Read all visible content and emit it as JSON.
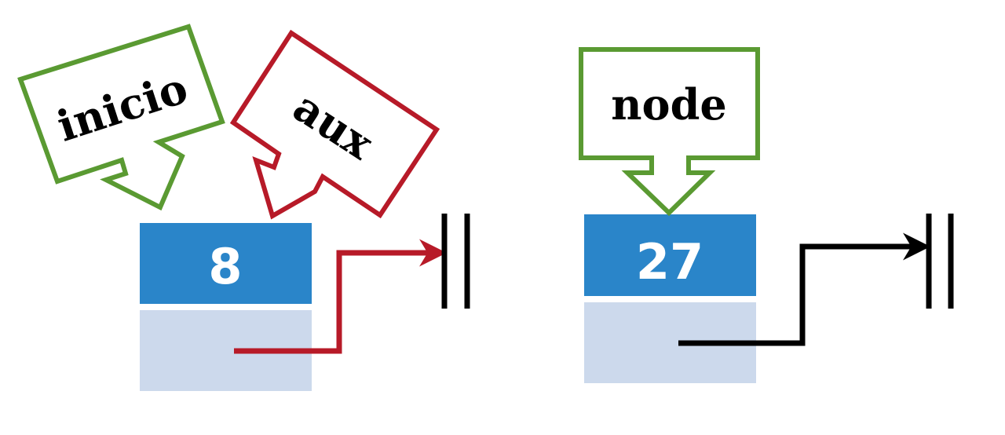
{
  "pointers": {
    "inicio": {
      "label": "inicio",
      "color": "#5a9a32"
    },
    "aux": {
      "label": "aux",
      "color": "#b71a28"
    },
    "node": {
      "label": "node",
      "color": "#5a9a32"
    }
  },
  "nodes": [
    {
      "value": "8",
      "data_color": "#2a85c9",
      "next_color": "#ccd9ec",
      "link_color": "#b71a28"
    },
    {
      "value": "27",
      "data_color": "#2a85c9",
      "next_color": "#ccd9ec",
      "link_color": "#000000"
    }
  ],
  "null_symbol_color": "#000000"
}
